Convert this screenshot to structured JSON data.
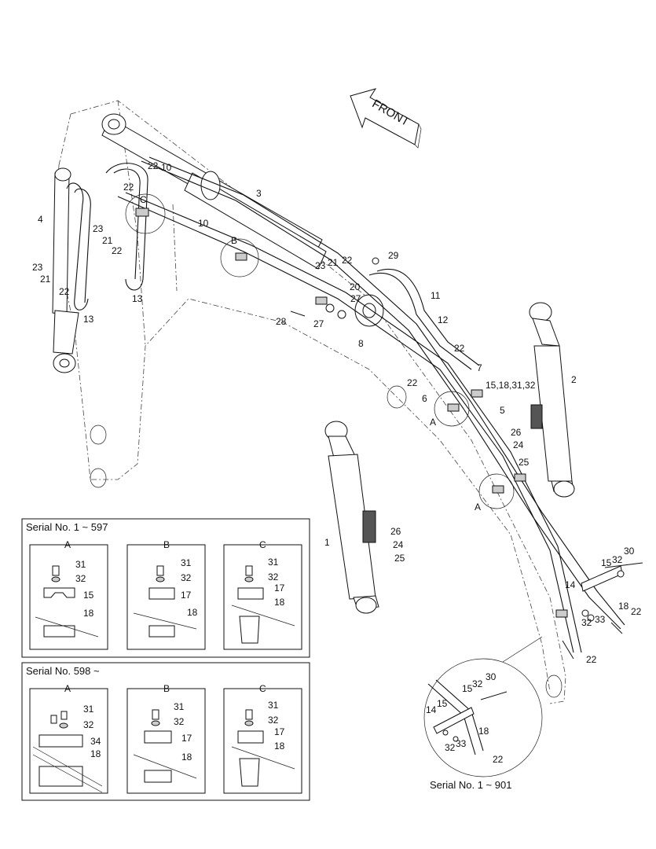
{
  "arrow_label": "FRONT",
  "callouts": {
    "c1": "1",
    "c2": "2",
    "c3": "3",
    "c4": "4",
    "c5": "5",
    "c6": "6",
    "c7": "7",
    "c8": "8",
    "c10a": "10",
    "c10b": "10",
    "c11": "11",
    "c12": "12",
    "c13a": "13",
    "c13b": "13",
    "c14": "14",
    "c15": "15",
    "c15set": "15,18,31,32",
    "c18": "18",
    "c20": "20",
    "c21a": "21",
    "c21b": "21",
    "c21c": "21",
    "c22a": "22",
    "c22b": "22",
    "c22c": "22",
    "c22d": "22",
    "c22e": "22",
    "c22f": "22",
    "c22g": "22",
    "c22h": "22",
    "c22i": "22",
    "c23a": "23",
    "c23b": "23",
    "c23c": "23",
    "c24a": "24",
    "c24b": "24",
    "c25a": "25",
    "c25b": "25",
    "c26a": "26",
    "c26b": "26",
    "c27a": "27",
    "c27b": "27",
    "c28": "28",
    "c29": "29",
    "c30": "30",
    "c32": "32",
    "c32b": "32",
    "c33": "33",
    "secA1": "A",
    "secA2": "A",
    "secB": "B",
    "secC": "C"
  },
  "panel_top": {
    "title": "Serial No. 1 ~ 597",
    "boxes": [
      {
        "label": "A",
        "parts": [
          "31",
          "32",
          "15",
          "18"
        ]
      },
      {
        "label": "B",
        "parts": [
          "31",
          "32",
          "17",
          "18"
        ]
      },
      {
        "label": "C",
        "parts": [
          "31",
          "32",
          "17",
          "18"
        ]
      }
    ]
  },
  "panel_bottom": {
    "title": "Serial No. 598 ~",
    "boxes": [
      {
        "label": "A",
        "parts": [
          "31",
          "32",
          "34",
          "18"
        ]
      },
      {
        "label": "B",
        "parts": [
          "31",
          "32",
          "17",
          "18"
        ]
      },
      {
        "label": "C",
        "parts": [
          "31",
          "32",
          "17",
          "18"
        ]
      }
    ]
  },
  "detail_circle": {
    "caption": "Serial No. 1 ~ 901",
    "labels": [
      "30",
      "15",
      "32",
      "15",
      "14",
      "18",
      "32",
      "33",
      "22"
    ]
  }
}
